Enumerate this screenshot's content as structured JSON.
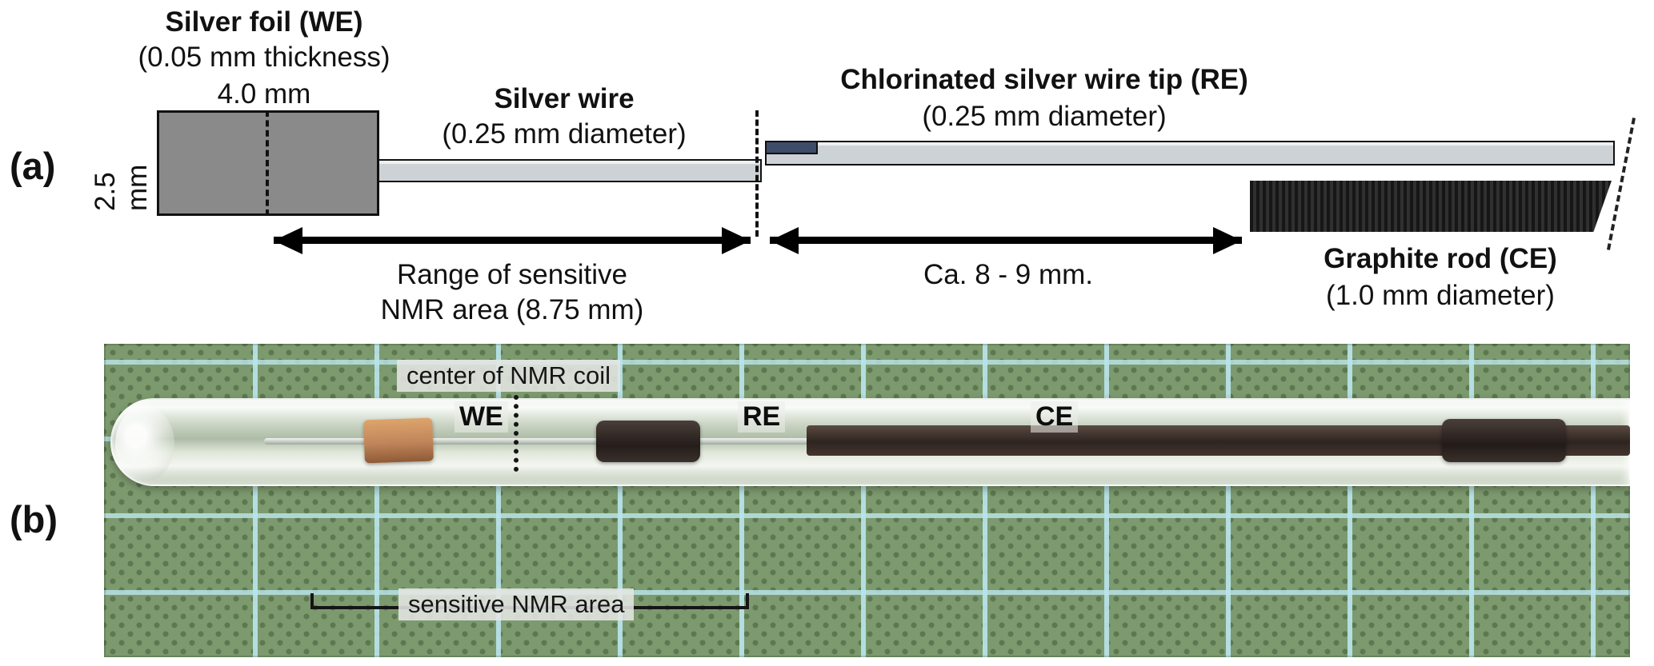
{
  "panel_a": {
    "label": "(a)",
    "silver_foil": {
      "title": "Silver foil (WE)",
      "thickness": "(0.05 mm thickness)",
      "width": "4.0 mm",
      "height": "2.5 mm"
    },
    "silver_wire": {
      "title": "Silver wire",
      "diameter": "(0.25 mm diameter)"
    },
    "re": {
      "title": "Chlorinated silver wire tip (RE)",
      "diameter": "(0.25 mm diameter)"
    },
    "range": {
      "line1": "Range of sensitive",
      "line2": "NMR area (8.75 mm)"
    },
    "distance": "Ca. 8 - 9 mm.",
    "ce": {
      "title": "Graphite rod (CE)",
      "diameter": "(1.0 mm diameter)"
    }
  },
  "panel_b": {
    "label": "(b)",
    "coil_center_label": "center of NMR coil",
    "we_label": "WE",
    "re_label": "RE",
    "ce_label": "CE",
    "sensitive_area_label": "sensitive NMR area"
  },
  "colors": {
    "silver_foil": "#8a8a8a",
    "silver_wire": "#cdd2d6",
    "chlorinated_tip": "#3f4c68",
    "graphite_rod": "#222222",
    "cutting_mat": "#7d9a6f",
    "mat_grid_line": "#b9e4ea",
    "copper_foil": "#c0855a",
    "heat_shrink": "#2b211c"
  }
}
